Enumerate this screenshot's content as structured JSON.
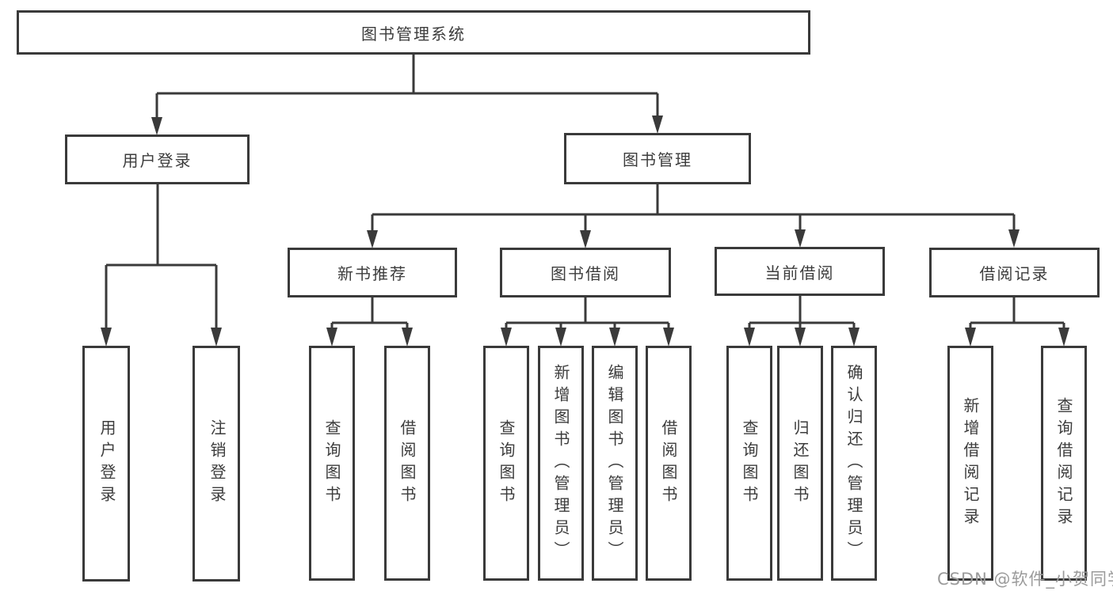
{
  "diagram_title": "图书管理系统",
  "tree": {
    "root": {
      "label": "图书管理系统"
    },
    "branches": [
      {
        "label": "用户登录",
        "children": [
          {
            "label": "用户登录"
          },
          {
            "label": "注销登录"
          }
        ]
      },
      {
        "label": "图书管理",
        "groups": [
          {
            "label": "新书推荐",
            "children": [
              {
                "label": "查询图书"
              },
              {
                "label": "借阅图书"
              }
            ]
          },
          {
            "label": "图书借阅",
            "children": [
              {
                "label": "查询图书"
              },
              {
                "label": "新增图书（管理员）"
              },
              {
                "label": "编辑图书（管理员）"
              },
              {
                "label": "借阅图书"
              }
            ]
          },
          {
            "label": "当前借阅",
            "children": [
              {
                "label": "查询图书"
              },
              {
                "label": "归还图书"
              },
              {
                "label": "确认归还（管理员）"
              }
            ]
          },
          {
            "label": "借阅记录",
            "children": [
              {
                "label": "新增借阅记录"
              },
              {
                "label": "查询借阅记录"
              }
            ]
          }
        ]
      }
    ]
  },
  "watermark": {
    "text": "CSDN @软件_小贺同学"
  },
  "colors": {
    "line": "#3a3a3a",
    "text": "#3c3c3c",
    "background": "#ffffff",
    "watermark": "#9b9b9b"
  }
}
